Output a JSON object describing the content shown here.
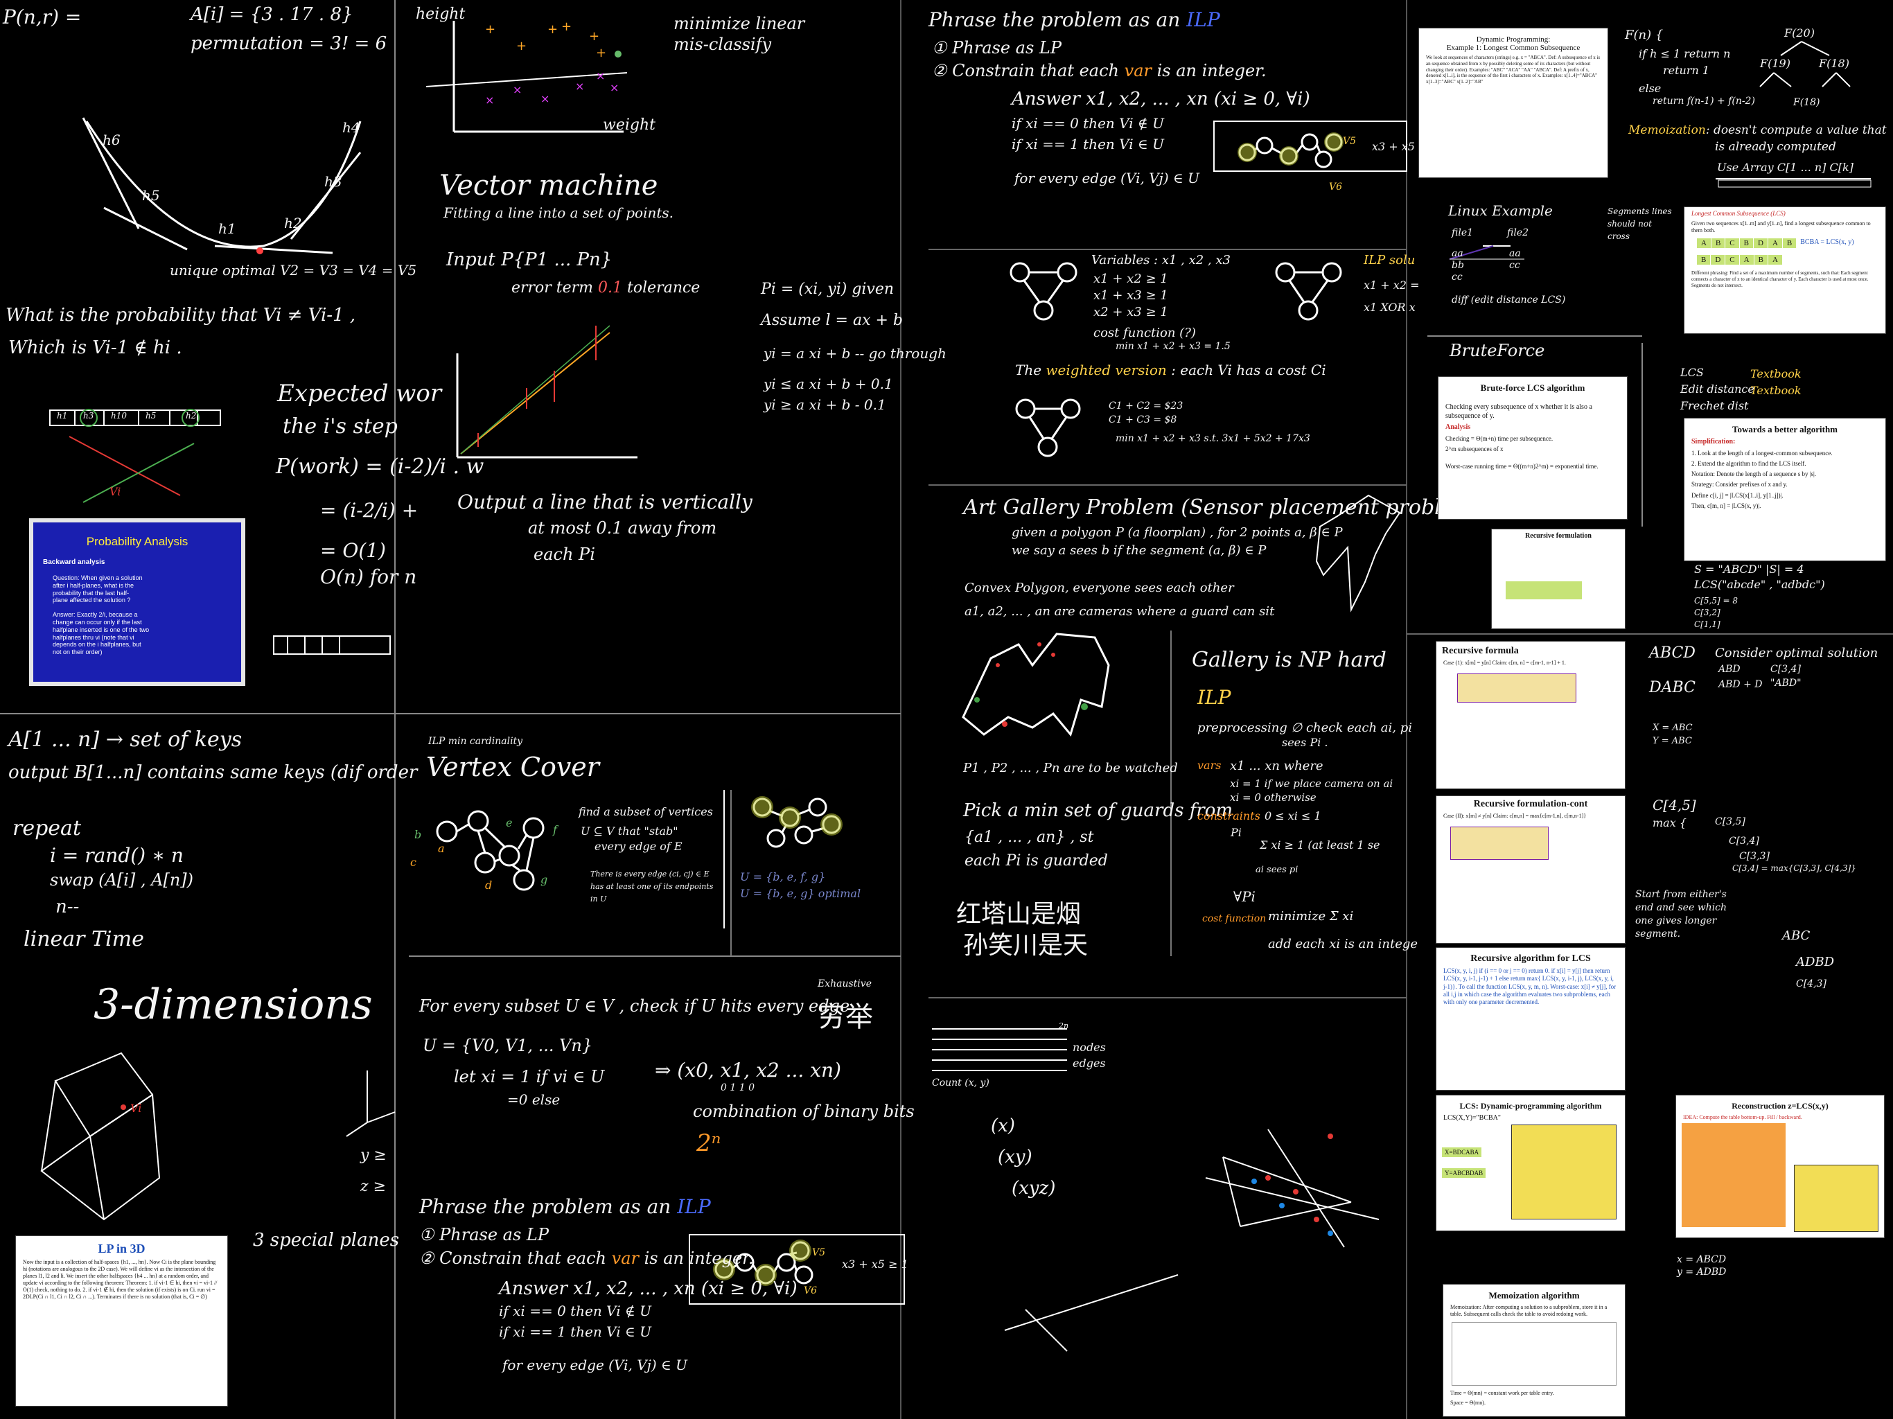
{
  "panel1": {
    "line1": "P(n,r) =",
    "line2": "A[i] = {3 . 17 . 8}",
    "line3": "permutation = 3! = 6",
    "curve_labels": [
      "h6",
      "h5",
      "h1",
      "h2",
      "h3",
      "h4"
    ],
    "unique_optimal": "unique optimal  V2 = V3 = V4 = V5",
    "question1": "What is the probability that Vi ≠ Vi-1 ,",
    "question2": "Which is Vi-1 ∉ hi .",
    "boxes": [
      "h1",
      "h3",
      "h10",
      "h5",
      "h2"
    ],
    "v_label": "Vi",
    "expected1": "Expected wor",
    "expected2": "the i's step",
    "pwork": "P(work) = (i-2)/i . w",
    "eq2": "= (i-2/i) +",
    "eq3": "= O(1)",
    "eq4": "O(n) for n",
    "slide_title": "Probability Analysis",
    "slide_sub": "Backward analysis",
    "slide_q": "Question: When given a solution after i half-planes, what is the probability that the last half-plane affected the solution ?",
    "slide_a": "Answer: Exactly 2/i, because a change can occur only if the last halfplane inserted is one of the two halfplanes thru vi (note that vi depends on the i halfplanes, but not on their order)"
  },
  "panel2": {
    "height": "height",
    "weight": "weight",
    "minimize1": "minimize linear",
    "minimize2": "mis-classify",
    "title": "Vector machine",
    "subtitle": "Fitting a line into a set of points.",
    "input": "Input   P{P1 ... Pn}",
    "error_a": "error term ",
    "error_value": "0.1",
    "error_b": " tolerance",
    "pi": "Pi = (xi, yi)  given",
    "assume": "Assume  l = ax + b",
    "yi": "yi = a xi + b  -- go through",
    "ineq1": "yi ≤ a xi + b + 0.1",
    "ineq2": "yi ≥ a xi + b - 0.1",
    "output1": "Output   a line that is vertically",
    "output2": "at most 0.1 away from",
    "output3": "each Pi"
  },
  "panel3": {
    "line1": "A[1 ... n] → set of keys",
    "line2": "output  B[1...n] contains same keys (dif order",
    "repeat": "repeat",
    "r1": "i = rand() ∗ n",
    "r2": "swap (A[i] , A[n])",
    "r3": "n--",
    "linear": "linear Time",
    "three_d": "3-dimensions",
    "vi": "Vi",
    "special": "3 special planes",
    "y_label": "y ≥",
    "z_label": "z ≥",
    "lp_title": "LP in 3D",
    "lp_text": "Now the input is a collection of half-spaces {h1, ..., hn}. Now Ci is the plane bounding hi (notations are analogous to the 2D case). We will define vi as the intersection of the planes l1, l2 and li. We insert the other halfspaces {h4 ... hn} at a random order, and update vi according to the following theorem: Theorem: 1. if vi-1 ∈ hi, then vi = vi-1 // O(1) check, nothing to do. 2. if vi-1 ∉ hi, then the solution (if exists) is on Ci. run vi = 2DLP(Ci ∩ l1, Ci ∩ l2, Ci ∩ ...). Terminates if there is no solution (that is, Ci = ∅)"
  },
  "panel4": {
    "ilp_small": "ILP min cardinality",
    "title": "Vertex Cover",
    "find1": "find a subset of vertices",
    "find2": "U ⊆ V  that \"stab\"",
    "find3": "every edge of E",
    "every1": "There is every edge (ci, cj) ∈ E",
    "every2": "has at least one of its endpoints",
    "every3": "in U",
    "u1": "U = {b, e, f, g}",
    "u2": "U = {b, e, g}  optimal",
    "graph_labels": [
      "a",
      "b",
      "c",
      "d",
      "e",
      "f",
      "g"
    ]
  },
  "panel5": {
    "forevery": "For every subset U ∈ V , check if U hits every edge",
    "exhaustive": "Exhaustive",
    "cn": "穷举",
    "u": "U = {V0, V1, ... Vn}",
    "let": "let  xi = 1  if  vi ∈ U",
    "else": "=0        else",
    "arrow": "⇒  (x0, x1, x2 ... xn)",
    "bits": "0    1    1         0",
    "combo": "combination of binary bits",
    "two_n": "2ⁿ"
  },
  "panel6": {
    "title_a": "Phrase the problem as an ",
    "ilp": "ILP",
    "step1": "① Phrase as LP",
    "step2_a": "② Constrain that each ",
    "var": "var",
    "step2_b": " is an integer.",
    "answer": "Answer  x1, x2, ... , xn  (xi ≥ 0, ∀i)",
    "if0": "if  xi == 0   then  Vi ∉ U",
    "if1": "if  xi == 1   then  Vi ∈ U",
    "edge": "for every edge (Vi, Vj) ∈ U",
    "box_text": "x3 + x5 ≥ 1",
    "v5": "V5",
    "v6": "V6"
  },
  "panel7": {
    "title_a": "Phrase the problem as an ",
    "ilp": "ILP",
    "step1": "① Phrase as LP",
    "step2_a": "② Constrain that each ",
    "var": "var",
    "step2_b": " is an integer.",
    "answer": "Answer  x1, x2, ... , xn  (xi ≥ 0, ∀i)",
    "if0": "if  xi == 0   then  Vi ∉ U",
    "if1": "if  xi == 1   then  Vi ∈ U",
    "edge": "for every edge (Vi, Vj) ∈ U",
    "box_text": "x3 + x5 ≥",
    "v5": "V5",
    "v6": "V6",
    "vars": "Variables : x1 , x2 , x3",
    "c1": "x1 + x2 ≥ 1",
    "c2": "x1 + x3 ≥ 1",
    "c3": "x2 + x3 ≥ 1",
    "cost": "cost function (?)",
    "min1": "min  x1 + x2 + x3 = 1.5",
    "ilp_sol": "ILP solu",
    "sol1": "x1 + x2 =",
    "sol2": "x1 XOR x",
    "weighted_a": "The ",
    "weighted": "weighted version",
    "weighted_b": " : each Vi has a cost Ci",
    "wc1": "C1 + C2 = $23",
    "wc2": "C1 + C3 = $8",
    "wmin": "min  x1 + x2 + x3  s.t. 3x1 + 5x2 + 17x3"
  },
  "panel8": {
    "title": "Art Gallery Problem  (Sensor placement problem)",
    "l1": "given a polygon P (a floorplan) , for 2 points a, β ∈ P",
    "l2": "we say a sees b if the segment (a, β) ∈ P",
    "convex": "Convex Polygon, everyone sees each other",
    "cams": "a1, a2, ... , an  are cameras where a guard can sit",
    "pts": "P1 , P2 , ... , Pn  are to be watched",
    "pick1": "Pick a min set of guards from",
    "pick2": "{a1 , ... , an} , st",
    "pick3": "each Pi is guarded",
    "cn1": "红塔山是烟",
    "cn2": "孙笑川是天",
    "np": "Gallery is NP hard",
    "ilp": "ILP",
    "pre1": "preprocessing   ∅ check each ai, pi",
    "pre2": "sees Pi .",
    "vars": "vars",
    "xi": "x1 ... xn  where",
    "x1": "xi = 1  if we place camera on ai",
    "x0": "xi = 0  otherwise",
    "cons": "constraints",
    "ineq": "0 ≤ xi ≤ 1",
    "pi": "Pi",
    "sum": "Σ  xi ≥ 1   (at least 1 se",
    "ai_sees": "ai sees pi",
    "forall": "∀Pi",
    "cost": "cost function",
    "minimize": "minimize  Σ xi",
    "each": "add each xi is an intege"
  },
  "panel9": {
    "nodes": "nodes",
    "edges": "edges",
    "n_label": "2n",
    "counts": "Count   (x, y)",
    "x": "(x)",
    "xy": "(xy)",
    "xyz": "(xyz)"
  },
  "panel10": {
    "slide1_title": "Dynamic Programming:",
    "slide1_sub": "Example 1: Longest Common Subsequence",
    "slide1_body": "We look at sequences of characters (strings) e.g. x = \"ABCA\". Def: A subsequence of x is an sequence obtained from x by possibly deleting some of its characters (but without changing their order). Examples: \"ABC\" \"ACA\" \"AA\" \"ABCA\". Def: A prefix of x, denoted x[1..i], is the sequence of the first i characters of x. Examples: x[1..4]=\"ABCA\"  x[1..3]=\"ABC\"  x[1..2]=\"AB\"",
    "fib_title": "F(n) {",
    "fib1": "if h ≤ 1 return n",
    "fib2": "return 1",
    "fib3": "else",
    "fib4": "return f(n-1) + f(n-2)",
    "fib_tree": [
      "F(20)",
      "F(19)",
      "F(18)",
      "F(18)"
    ],
    "memo_a": "Memoization",
    "memo_b": ": doesn't compute a value that",
    "memo_c": "is already computed",
    "use_array": "Use Array  C[1 ... n]  C[k]",
    "linux": "Linux Example",
    "file1": "file1",
    "file2": "file2",
    "diff": "diff (edit distance LCS)",
    "aa": [
      "aa",
      "bb",
      "cc"
    ],
    "aa2": [
      "aa",
      "cc"
    ],
    "seg1": "Segments lines",
    "seg2": "should not",
    "seg3": "cross",
    "lcs_slide_title": "Longest Common Subsequence (LCS)",
    "lcs_slide_body": "Given two sequences x[1..m] and y[1..n], find a longest subsequence common to them both.",
    "lcs_x": [
      "A",
      "B",
      "C",
      "B",
      "D",
      "A",
      "B"
    ],
    "lcs_y": [
      "B",
      "D",
      "C",
      "A",
      "B",
      "A"
    ],
    "lcs_bcba": "BCBA = LCS(x, y)",
    "lcs_def": "Different phrasing: Find a set of a maximum number of segments, such that: Each segment connects a character of x to an identical character of y. Each character is used at most once. Segments do not intersect.",
    "brute": "BruteForce",
    "bf_title": "Brute-force LCS algorithm",
    "bf_body": "Checking every subsequence of x whether it is also a subsequence of y.",
    "bf_analysis": "Analysis",
    "bf_a1": "Checking = Θ(m+n) time per subsequence.",
    "bf_a2": "2^m subsequences of x",
    "bf_worst": "Worst-case running time = Θ((m+n)2^m) = exponential time.",
    "lcs_txt": "LCS",
    "edit_dist": "Edit distance",
    "frechet": "Frechet dist",
    "textbook": "Textbook",
    "towards_title": "Towards a better algorithm",
    "towards_simp": "Simplification:",
    "towards_1": "1. Look at the length of a longest-common subsequence.",
    "towards_2": "2. Extend the algorithm to find the LCS itself.",
    "towards_not": "Notation: Denote the length of a sequence s by |s|.",
    "towards_strat": "Strategy: Consider prefixes of x and y.",
    "towards_d1": "Define c[i, j] = |LCS(x[1..i], y[1..j])|.",
    "towards_d2": "Then, c[m, n] = |LCS(x, y)|.",
    "recform_title": "Recursive formulation",
    "s_abcd": "S = \"ABCD\"   |S| = 4",
    "lcs_abcde": "LCS(\"abcde\" , \"adbdc\")",
    "rec_small": [
      "C[5,5] = 8",
      "C[3,2]",
      "C[1,1]"
    ],
    "rf2_title": "Recursive formula",
    "rf2_case": "Case (1): x[m] = y[n]   Claim: c[m, n] = c[m-1, n-1] + 1.",
    "rfc_title": "Recursive formulation-cont",
    "rfc_case": "Case (II): x[m] ≠ y[n]  Claim: c[m,n] = max{c[m-1,n], c[m,n-1]}",
    "abcd": "ABCD",
    "dabc": "DABC",
    "consider": "Consider optimal solution",
    "abd": "ABD",
    "abd2": "ABD + D",
    "c42": "C[3,4]",
    "abd3": "\"ABD\"",
    "xabc": "X = ABC",
    "yabc": "Y = ABC",
    "c45": "C[4,5]",
    "max": "max {",
    "c35": "C[3,5]",
    "c34": "C[3,4]",
    "c33": "C[3,3]",
    "maxc": "C[3,4] = max{C[3,3], C[4,3]}",
    "start1": "Start from either's",
    "start2": "end and see which",
    "start3": "one gives longer",
    "start4": "segment.",
    "abc_r": "ABC",
    "adbd_r": "ADBD",
    "c43_r": "C[4,3]",
    "recalg_title": "Recursive algorithm for LCS",
    "recalg_body": "LCS(x, y, i, j) if (i == 0 or j == 0) return 0. if x[i] = y[j] then return LCS(x, y, i-1, j-1) + 1 else return max{ LCS(x, y, i-1, j), LCS(x, y, i, j-1)}. To call the function LCS(x, y, m, n). Worst-case: x[i] ≠ y[j], for all i,j in which case the algorithm evaluates two subproblems, each with only one parameter decremented.",
    "dp_title": "LCS: Dynamic-programming algorithm",
    "dp_sub": "LCS(X,Y)=\"BCBA\"",
    "dp_x": "X=BDCABA",
    "dp_y": "Y=ABCBDAB",
    "recon_title": "Reconstruction z=LCS(x,y)",
    "recon_idea": "IDEA: Compute the table bottom-up. Fill / backward.",
    "xabcd": "x = ABCD",
    "yabdd": "y = ADBD",
    "memo_title": "Memoization algorithm",
    "memo_body": "Memoization: After computing a solution to a subproblem, store it in a table. Subsequent calls check the table to avoid redoing work.",
    "memo_time": "Time = Θ(mn) = constant work per table entry.",
    "memo_space": "Space = Θ(mn)."
  }
}
